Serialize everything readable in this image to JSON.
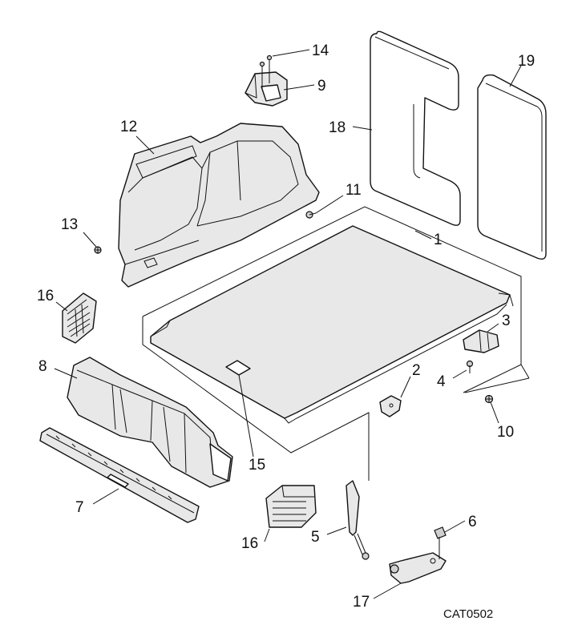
{
  "diagram": {
    "code": "CAT0502",
    "callouts": [
      {
        "id": "c1",
        "text": "1"
      },
      {
        "id": "c2",
        "text": "2"
      },
      {
        "id": "c3",
        "text": "3"
      },
      {
        "id": "c4",
        "text": "4"
      },
      {
        "id": "c5",
        "text": "5"
      },
      {
        "id": "c6",
        "text": "6"
      },
      {
        "id": "c7",
        "text": "7"
      },
      {
        "id": "c8",
        "text": "8"
      },
      {
        "id": "c9",
        "text": "9"
      },
      {
        "id": "c10",
        "text": "10"
      },
      {
        "id": "c11",
        "text": "11"
      },
      {
        "id": "c12",
        "text": "12"
      },
      {
        "id": "c13",
        "text": "13"
      },
      {
        "id": "c14",
        "text": "14"
      },
      {
        "id": "c15",
        "text": "15"
      },
      {
        "id": "c16a",
        "text": "16"
      },
      {
        "id": "c16b",
        "text": "16"
      },
      {
        "id": "c17",
        "text": "17"
      },
      {
        "id": "c18",
        "text": "18"
      },
      {
        "id": "c19",
        "text": "19"
      }
    ]
  }
}
